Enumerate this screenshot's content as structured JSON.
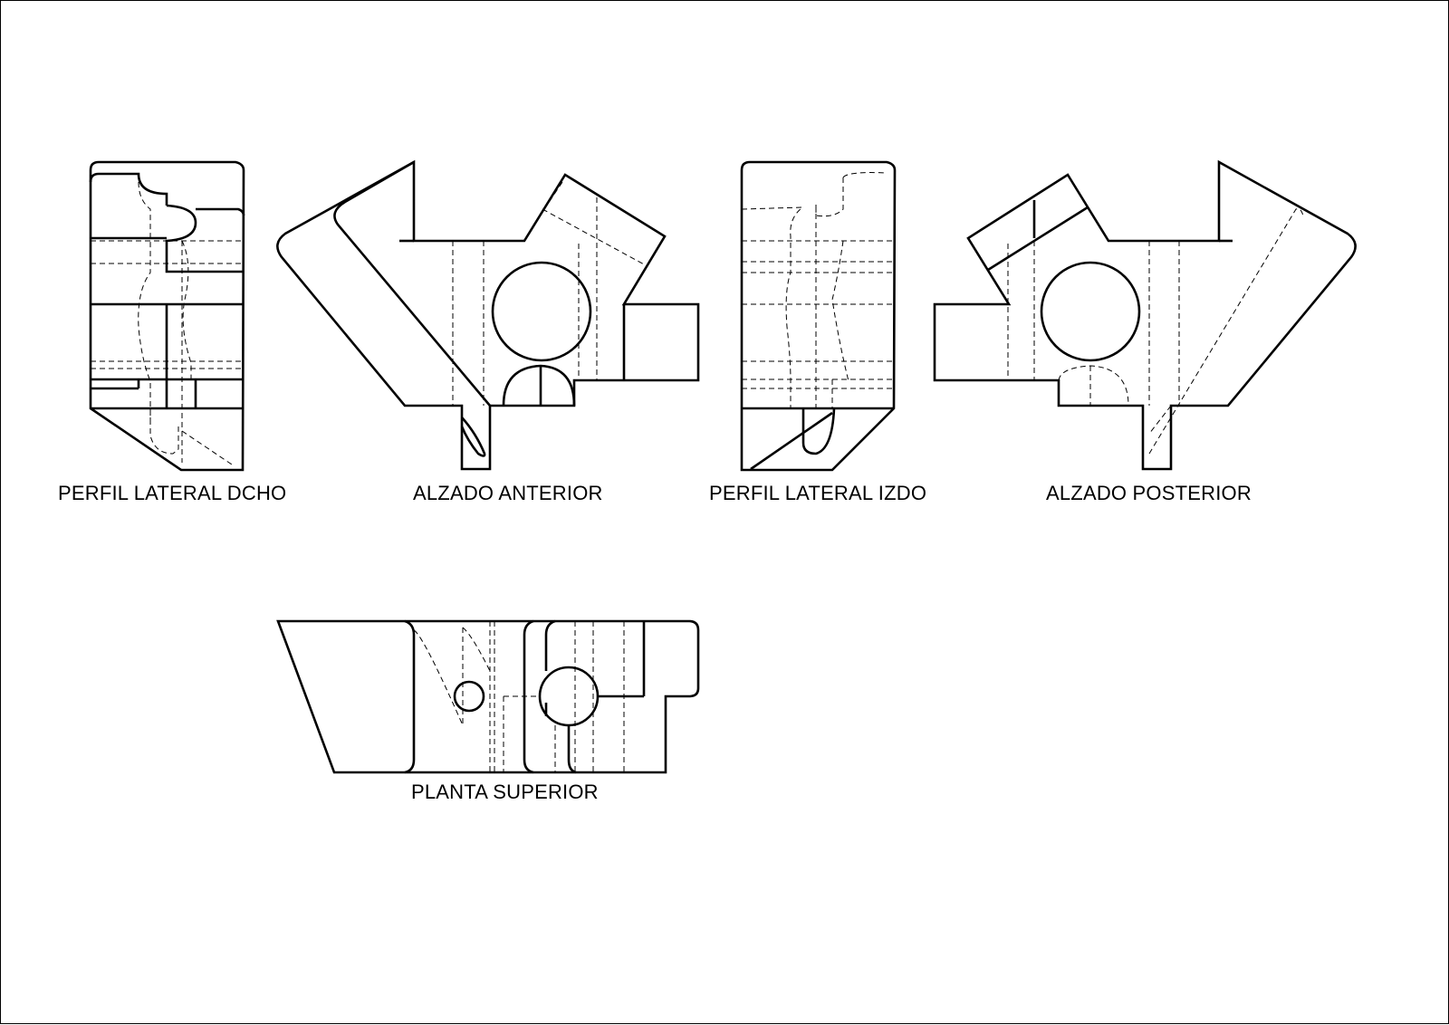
{
  "views": [
    {
      "id": "perfil-dcho",
      "label": "PERFIL LATERAL DCHO"
    },
    {
      "id": "alzado-anterior",
      "label": "ALZADO ANTERIOR"
    },
    {
      "id": "perfil-izdo",
      "label": "PERFIL LATERAL IZDO"
    },
    {
      "id": "alzado-posterior",
      "label": "ALZADO POSTERIOR"
    },
    {
      "id": "planta-superior",
      "label": "PLANTA SUPERIOR"
    }
  ],
  "colors": {
    "line": "#000000",
    "background": "#ffffff"
  }
}
